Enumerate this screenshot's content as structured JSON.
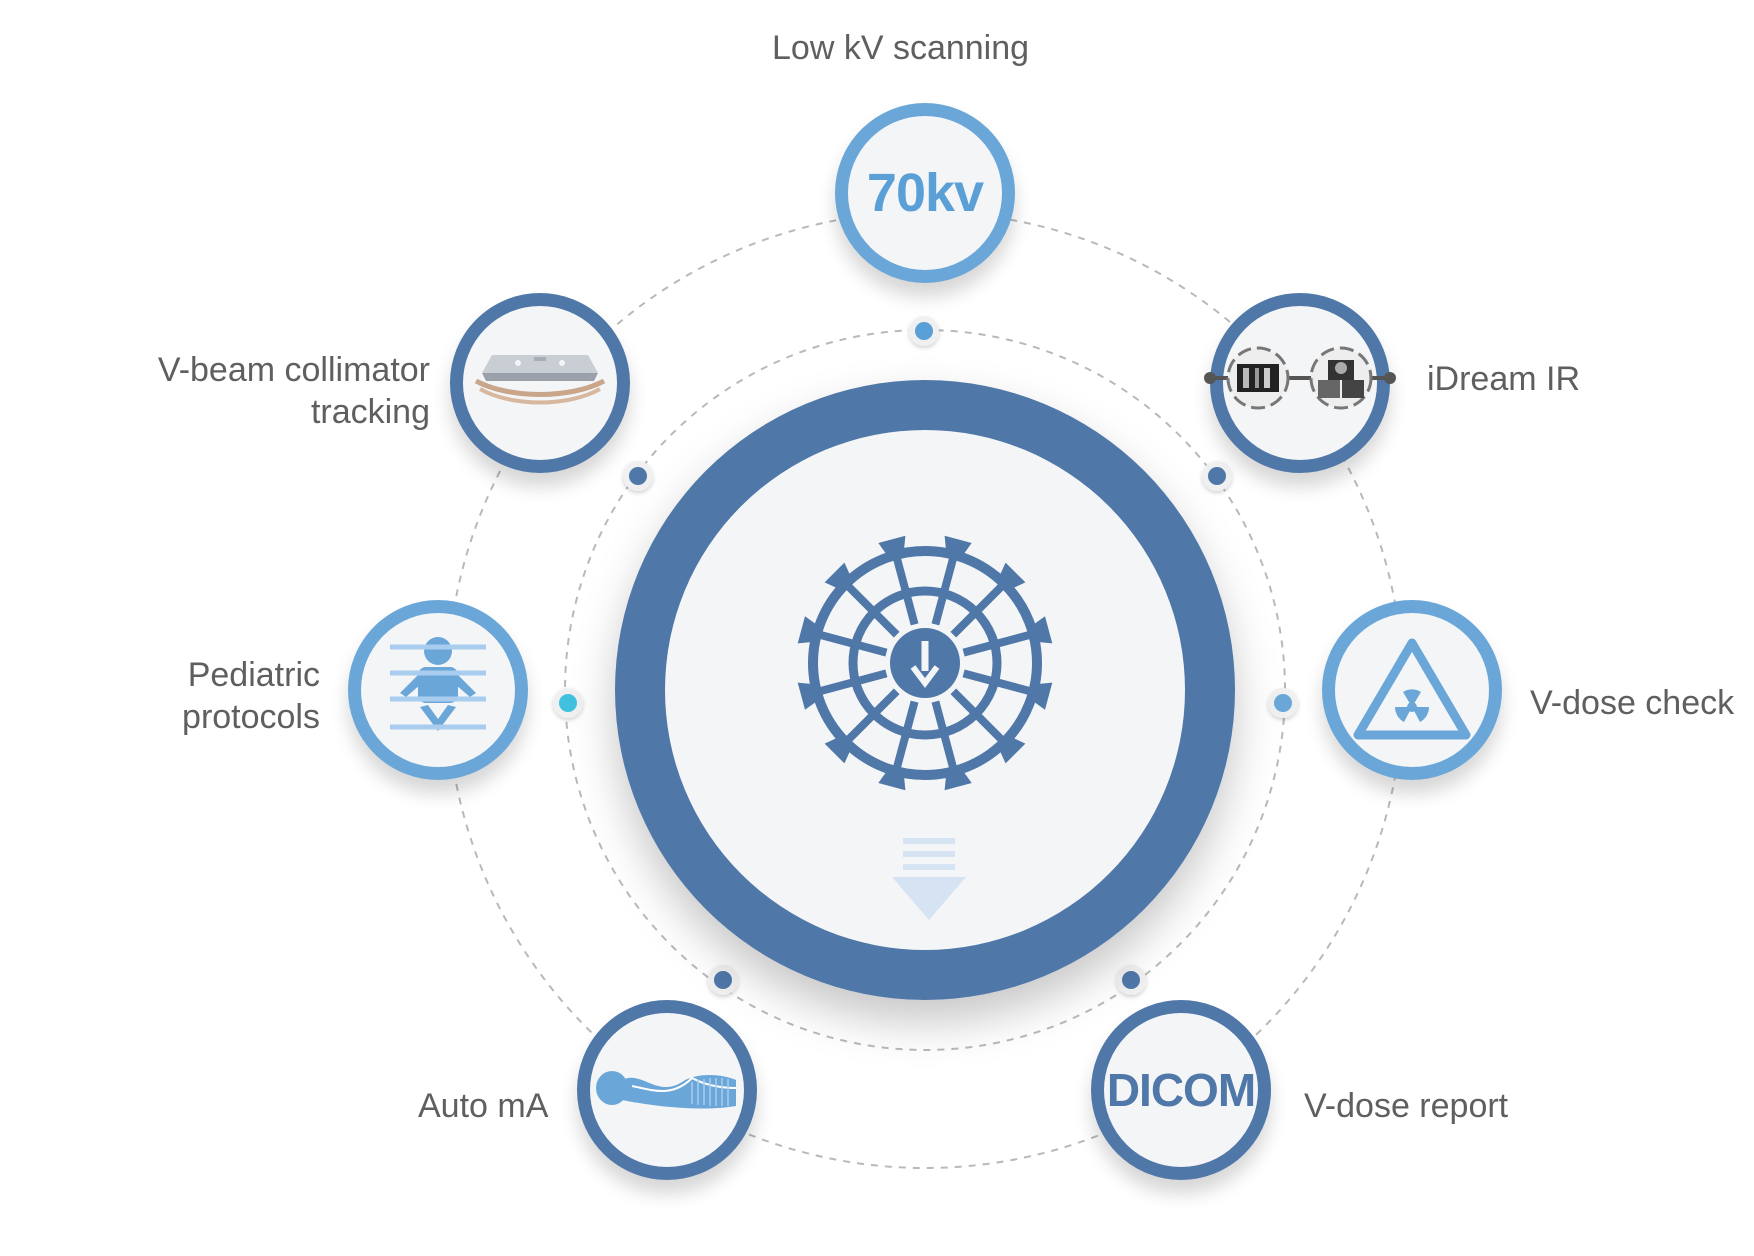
{
  "center": {
    "icon": "gear-down-arrow-icon",
    "secondary_icon": "down-arrow-icon"
  },
  "nodes": [
    {
      "id": "low-kv",
      "label": "Low kV scanning",
      "text": "70kv",
      "icon": "70kv-text-icon",
      "ring_color": "#6aa7d8"
    },
    {
      "id": "idream",
      "label": "iDream IR",
      "icon": "image-reconstruction-icon",
      "ring_color": "#4f77a8"
    },
    {
      "id": "vdose-check",
      "label": "V-dose check",
      "icon": "radiation-warning-icon",
      "ring_color": "#6aa7d8"
    },
    {
      "id": "vdose-report",
      "label": "V-dose report",
      "text": "DICOM",
      "icon": "dicom-text-icon",
      "ring_color": "#4f77a8"
    },
    {
      "id": "auto-ma",
      "label": "Auto mA",
      "icon": "patient-body-icon",
      "ring_color": "#4f77a8"
    },
    {
      "id": "pediatric",
      "label": "Pediatric protocols",
      "label_lines": [
        "Pediatric",
        "protocols"
      ],
      "icon": "child-figure-icon",
      "ring_color": "#6aa7d8"
    },
    {
      "id": "vbeam",
      "label": "V-beam collimator tracking",
      "label_lines": [
        "V-beam collimator",
        "tracking"
      ],
      "icon": "collimator-icon",
      "ring_color": "#4f77a8"
    }
  ],
  "colors": {
    "dark_blue": "#4f77a8",
    "light_blue": "#6aa7d8",
    "panel": "#f4f5f7",
    "dashed": "#b9b9b9",
    "label": "#5f5f5f"
  }
}
